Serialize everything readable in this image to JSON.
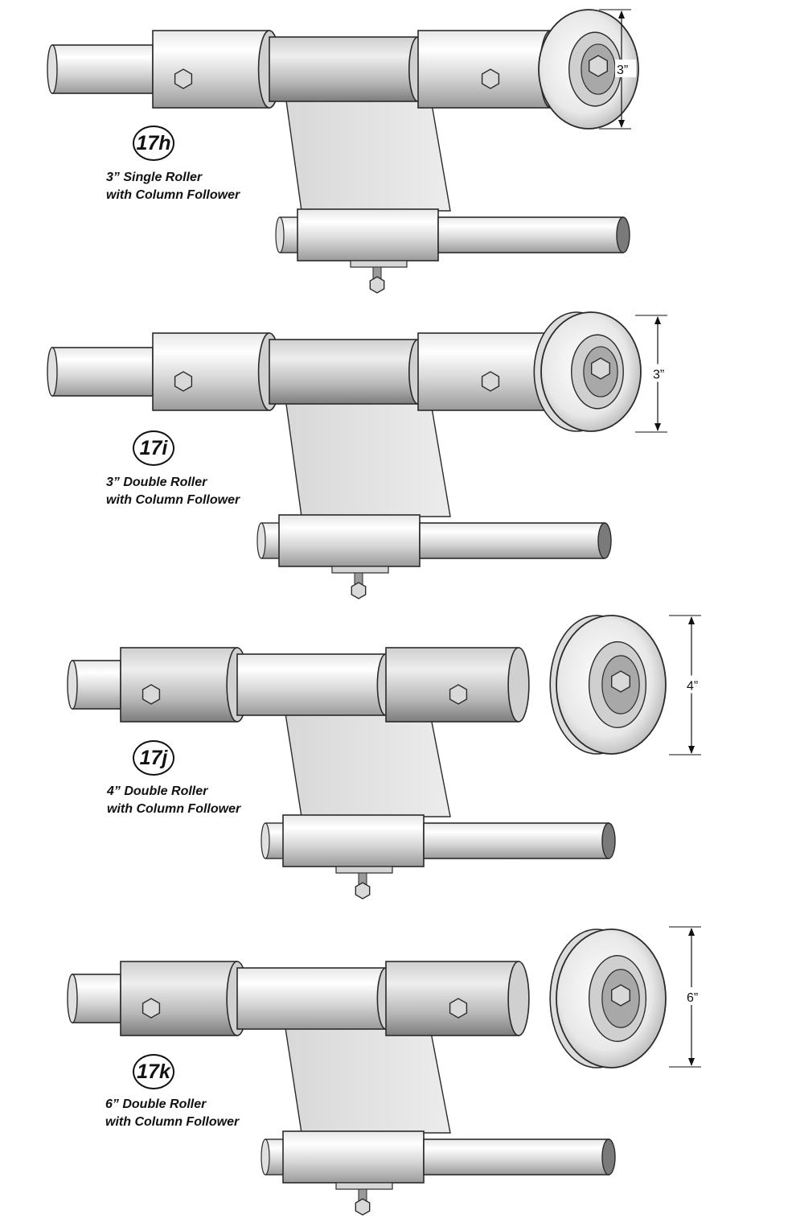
{
  "assemblies": [
    {
      "id": "17h",
      "line1": "3” Single Roller",
      "line2": "with Column Follower",
      "dimension": "3”",
      "roller_type": "single"
    },
    {
      "id": "17i",
      "line1": "3” Double Roller",
      "line2": "with Column Follower",
      "dimension": "3”",
      "roller_type": "double"
    },
    {
      "id": "17j",
      "line1": "4” Double Roller",
      "line2": "with Column Follower",
      "dimension": "4”",
      "roller_type": "double"
    },
    {
      "id": "17k",
      "line1": "6” Double Roller",
      "line2": "with Column Follower",
      "dimension": "6”",
      "roller_type": "double"
    }
  ],
  "colors": {
    "metal_light": "#f2f2f2",
    "metal_mid": "#c8c8c8",
    "metal_dark": "#8a8a8a",
    "outline": "#2a2a2a",
    "plate": "#e4e4e4"
  }
}
